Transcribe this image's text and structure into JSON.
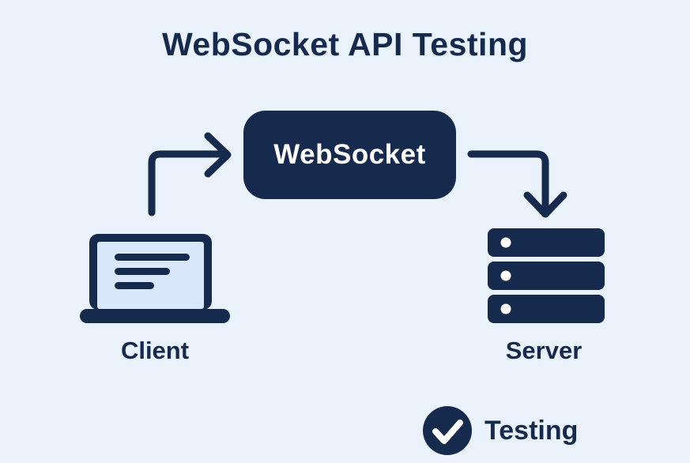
{
  "title": "WebSocket API Testing",
  "diagram": {
    "websocket_label": "WebSocket",
    "client_label": "Client",
    "server_label": "Server",
    "arrows": [
      {
        "name": "client-to-websocket-arrow",
        "from": "Client",
        "to": "WebSocket"
      },
      {
        "name": "websocket-to-server-arrow",
        "from": "WebSocket",
        "to": "Server"
      }
    ],
    "icons": [
      "laptop-icon",
      "server-rack-icon",
      "checkmark-icon"
    ]
  },
  "status": {
    "label": "Testing",
    "icon": "checkmark-icon"
  },
  "colors": {
    "background": "#e9f1fb",
    "navy": "#162a4d",
    "screen_fill": "#d8e7fa",
    "white": "#ffffff"
  }
}
